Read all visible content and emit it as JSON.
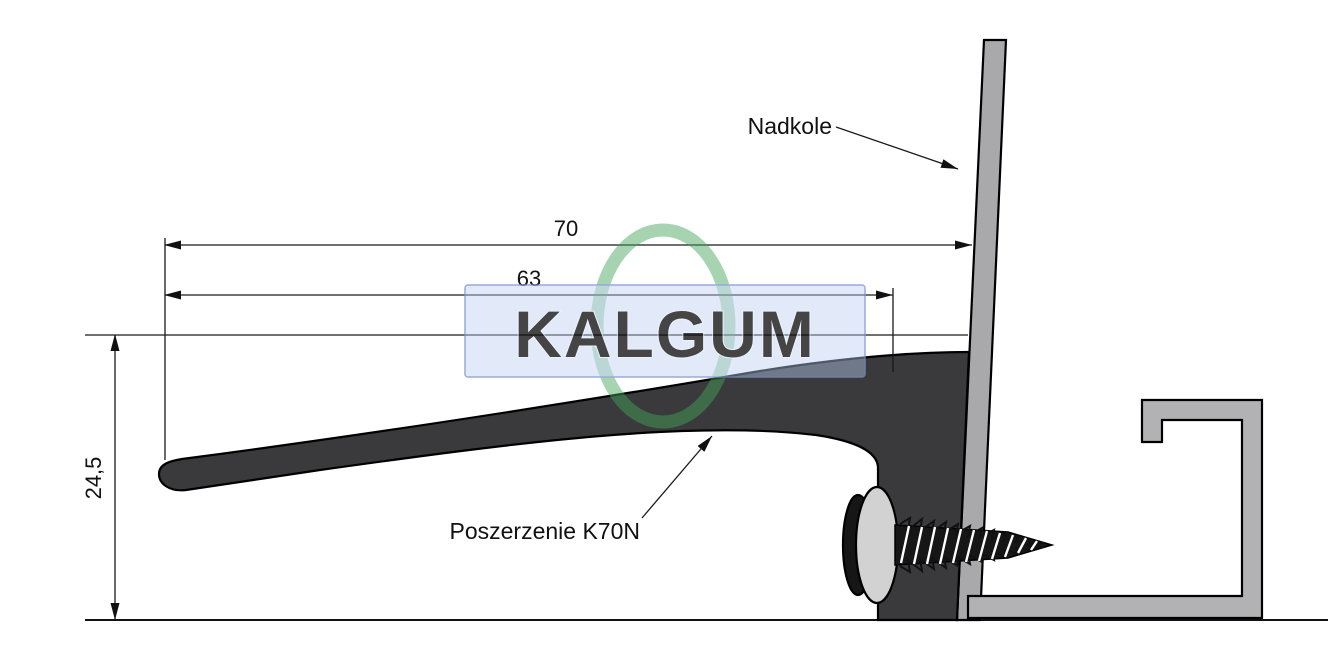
{
  "diagram": {
    "labels": {
      "nadkole": "Nadkole",
      "poszerzenie": "Poszerzenie K70N"
    },
    "dimensions": {
      "width_total": "70",
      "width_inner": "63",
      "height": "24,5"
    },
    "watermark": {
      "text": "KALGUM",
      "text_color": "#3a57b8",
      "banner_fill": "rgba(186,206,240,0.55)",
      "banner_border": "#7b95cc",
      "ring_color": "#42a556"
    },
    "colors": {
      "profile": "#3a3a3c",
      "panel": "#a9a9ab",
      "bracket": "#b2b2b4",
      "screw_dark": "#161616",
      "washer": "#d2d2d2",
      "line": "#1a1a1a"
    }
  }
}
